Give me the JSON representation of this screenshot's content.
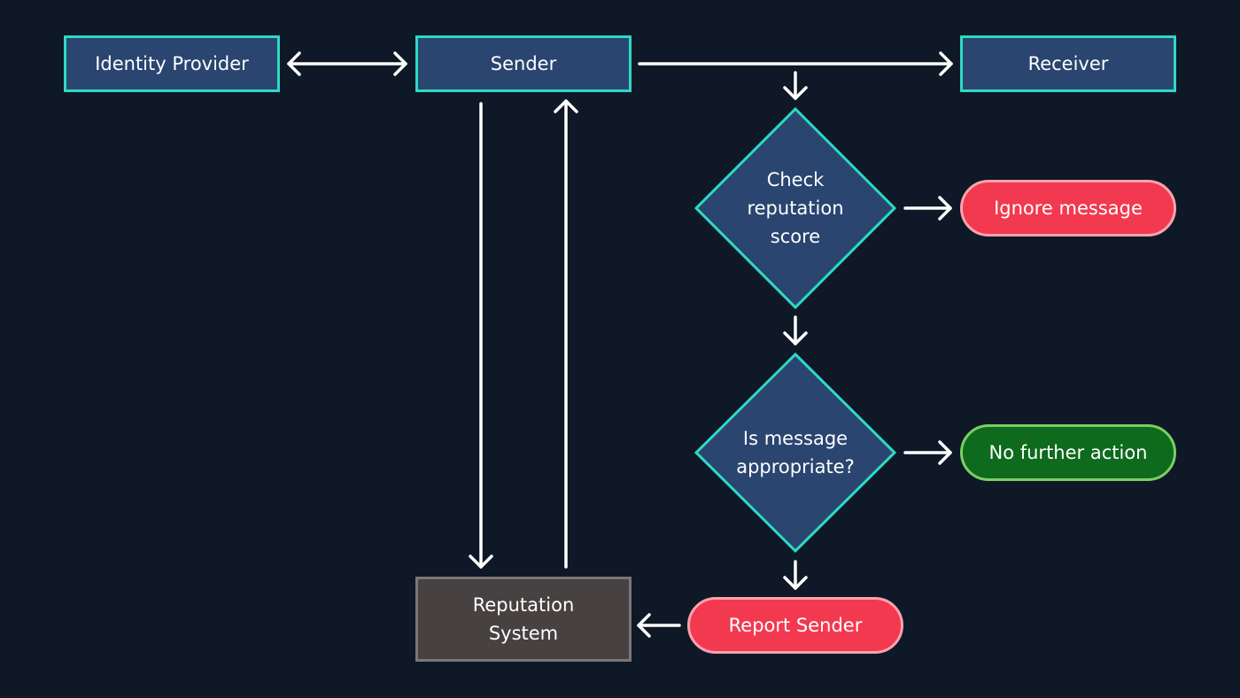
{
  "colors": {
    "background": "#0f1827",
    "node_fill": "#2a4570",
    "node_border": "#2ed9c3",
    "reputation_fill": "#474141",
    "reputation_border": "#7a7777",
    "red_fill": "#f2394f",
    "red_border": "#f7a3ad",
    "green_fill": "#0e6a1d",
    "green_border": "#7ccf62",
    "arrow": "#ffffff"
  },
  "nodes": {
    "identity_provider": "Identity Provider",
    "sender": "Sender",
    "receiver": "Receiver",
    "check_reputation": "Check\nreputation\nscore",
    "ignore_message": "Ignore message",
    "is_appropriate": "Is message\nappropriate?",
    "no_further_action": "No further action",
    "report_sender": "Report Sender",
    "reputation_system": "Reputation\nSystem"
  }
}
